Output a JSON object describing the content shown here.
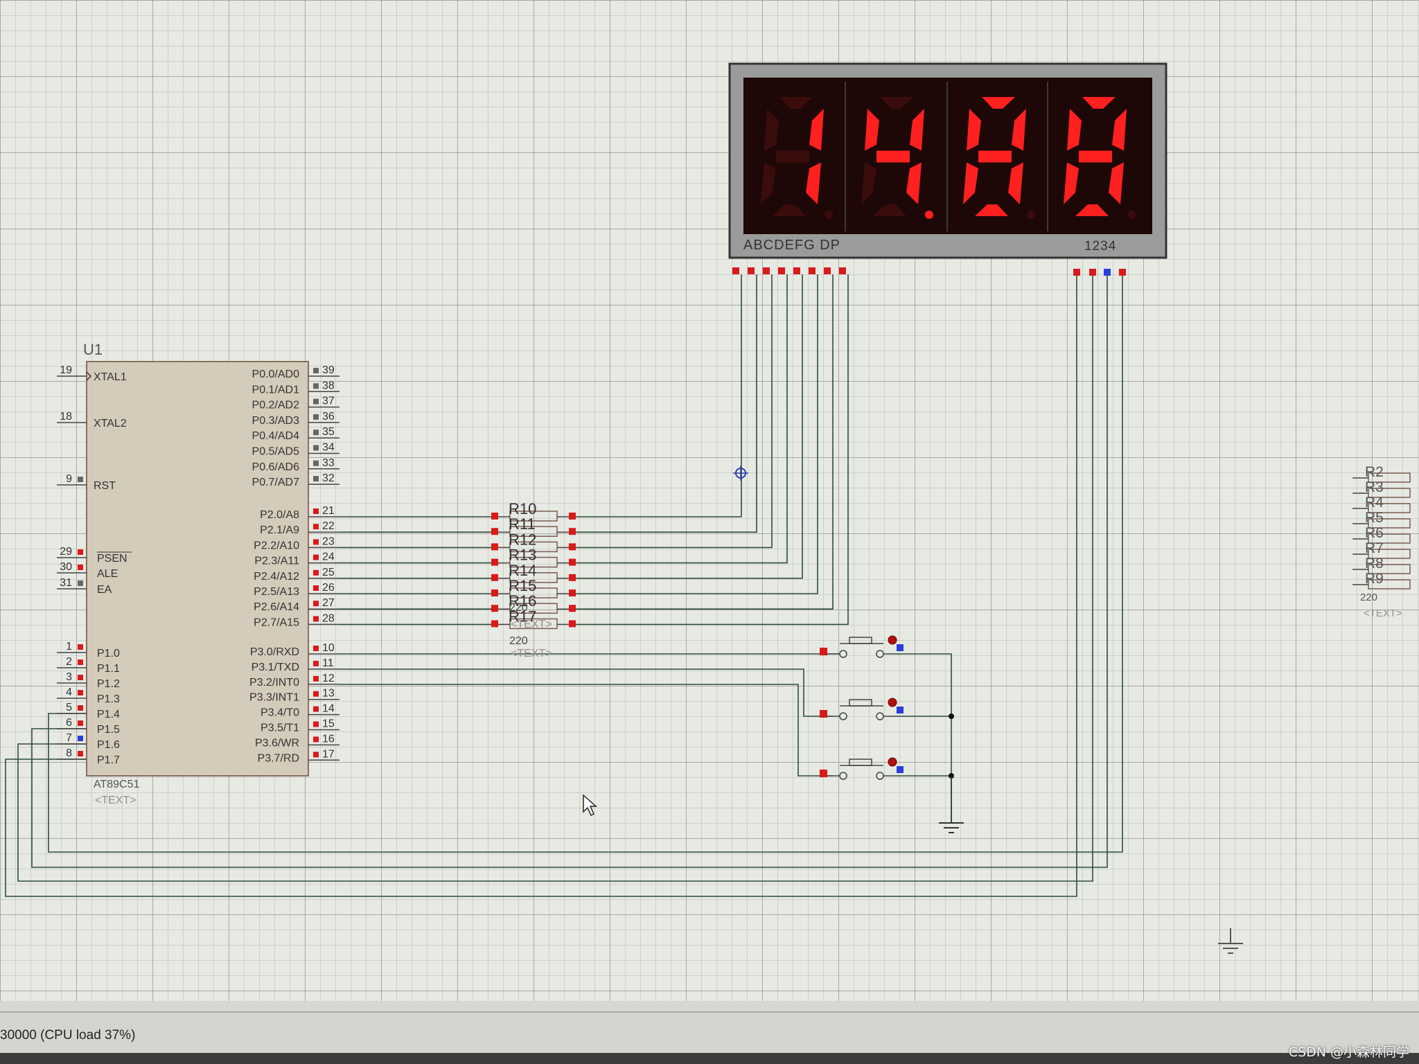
{
  "app": {
    "status": "30000 (CPU load 37%)",
    "watermark": "CSDN @小森林同学"
  },
  "colors": {
    "wire": "#2d4e3c",
    "pin_red": "#d91a1a",
    "pin_blue": "#2a3fd8",
    "pin_gray": "#666666",
    "chip_fill": "#d4cbbb",
    "chip_border": "#8a6e60",
    "segment_on": "#ff2020",
    "segment_off": "#3a0c0c",
    "display_bg": "#1e0707"
  },
  "u1": {
    "ref": "U1",
    "part": "AT89C51",
    "text": "<TEXT>",
    "left_pins": [
      {
        "num": "19",
        "name": "XTAL1"
      },
      {
        "num": "18",
        "name": "XTAL2"
      },
      {
        "num": "9",
        "name": "RST"
      },
      {
        "num": "29",
        "name": "PSEN"
      },
      {
        "num": "30",
        "name": "ALE"
      },
      {
        "num": "31",
        "name": "EA"
      },
      {
        "num": "1",
        "name": "P1.0"
      },
      {
        "num": "2",
        "name": "P1.1"
      },
      {
        "num": "3",
        "name": "P1.2"
      },
      {
        "num": "4",
        "name": "P1.3"
      },
      {
        "num": "5",
        "name": "P1.4"
      },
      {
        "num": "6",
        "name": "P1.5"
      },
      {
        "num": "7",
        "name": "P1.6"
      },
      {
        "num": "8",
        "name": "P1.7"
      }
    ],
    "right_pins": [
      {
        "num": "39",
        "name": "P0.0/AD0"
      },
      {
        "num": "38",
        "name": "P0.1/AD1"
      },
      {
        "num": "37",
        "name": "P0.2/AD2"
      },
      {
        "num": "36",
        "name": "P0.3/AD3"
      },
      {
        "num": "35",
        "name": "P0.4/AD4"
      },
      {
        "num": "34",
        "name": "P0.5/AD5"
      },
      {
        "num": "33",
        "name": "P0.6/AD6"
      },
      {
        "num": "32",
        "name": "P0.7/AD7"
      },
      {
        "num": "21",
        "name": "P2.0/A8"
      },
      {
        "num": "22",
        "name": "P2.1/A9"
      },
      {
        "num": "23",
        "name": "P2.2/A10"
      },
      {
        "num": "24",
        "name": "P2.3/A11"
      },
      {
        "num": "25",
        "name": "P2.4/A12"
      },
      {
        "num": "26",
        "name": "P2.5/A13"
      },
      {
        "num": "27",
        "name": "P2.6/A14"
      },
      {
        "num": "28",
        "name": "P2.7/A15"
      },
      {
        "num": "10",
        "name": "P3.0/RXD"
      },
      {
        "num": "11",
        "name": "P3.1/TXD"
      },
      {
        "num": "12",
        "name": "P3.2/INT0"
      },
      {
        "num": "13",
        "name": "P3.3/INT1"
      },
      {
        "num": "14",
        "name": "P3.4/T0"
      },
      {
        "num": "15",
        "name": "P3.5/T1"
      },
      {
        "num": "16",
        "name": "P3.6/WR"
      },
      {
        "num": "17",
        "name": "P3.7/RD"
      }
    ]
  },
  "display": {
    "digits": [
      "1",
      "4",
      "8",
      "8"
    ],
    "digit_dp": [
      false,
      true,
      false,
      false
    ],
    "seg_label": "ABCDEFG  DP",
    "dig_label": "1234"
  },
  "resistors": {
    "labels": [
      "R10",
      "R11",
      "R12",
      "R13",
      "R14",
      "R15",
      "R16",
      "R17"
    ],
    "value": "220",
    "text": "<TEXT>"
  },
  "resistor_array_right": {
    "labels": [
      "R2",
      "R3",
      "R4",
      "R5",
      "R6",
      "R7",
      "R8",
      "R9"
    ],
    "value": "220",
    "text": "<TEXT>"
  }
}
